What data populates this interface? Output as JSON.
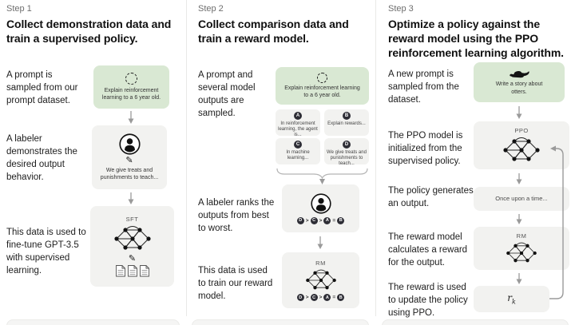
{
  "step1": {
    "label": "Step 1",
    "heading": "Collect demonstration data and train a supervised policy.",
    "texts": {
      "prompt": "A prompt is sampled from our prompt dataset.",
      "labeler": "A labeler demonstrates the desired output behavior.",
      "finetune": "This data is used to fine-tune GPT-3.5 with supervised learning."
    },
    "prompt_box": "Explain reinforcement learning to a 6 year old.",
    "labeler_box": "We give treats and punishments to teach...",
    "sft_label": "SFT"
  },
  "step2": {
    "label": "Step 2",
    "heading": "Collect comparison data and train a reward model.",
    "texts": {
      "sampled": "A prompt and several model outputs are sampled.",
      "ranks": "A labeler ranks the outputs from best to worst.",
      "train": "This data is used to train our reward model."
    },
    "prompt_box": "Explain reinforcement learning to a 6 year old.",
    "answers": [
      {
        "letter": "A",
        "text": "In reinforcement learning, the agent is..."
      },
      {
        "letter": "B",
        "text": "Explain rewards..."
      },
      {
        "letter": "C",
        "text": "In machine learning..."
      },
      {
        "letter": "D",
        "text": "We give treats and punishments to teach..."
      }
    ],
    "ranking": {
      "letters": [
        "D",
        "C",
        "A",
        "B"
      ],
      "seps": [
        ">",
        ">",
        "="
      ]
    },
    "rm_label": "RM"
  },
  "step3": {
    "label": "Step 3",
    "heading": "Optimize a policy against the reward model using the PPO reinforcement learning algorithm.",
    "texts": {
      "new_prompt": "A new prompt is sampled from the dataset.",
      "ppo_init": "The PPO model is initialized from the supervised policy.",
      "generates": "The policy generates an output.",
      "calculates": "The reward model calculates a reward for the output.",
      "update": "The reward is used to update the policy using PPO."
    },
    "prompt_box": "Write a story about otters.",
    "ppo_label": "PPO",
    "output_box": "Once upon a time...",
    "rm_label": "RM",
    "reward_var": "r",
    "reward_sub": "k"
  }
}
